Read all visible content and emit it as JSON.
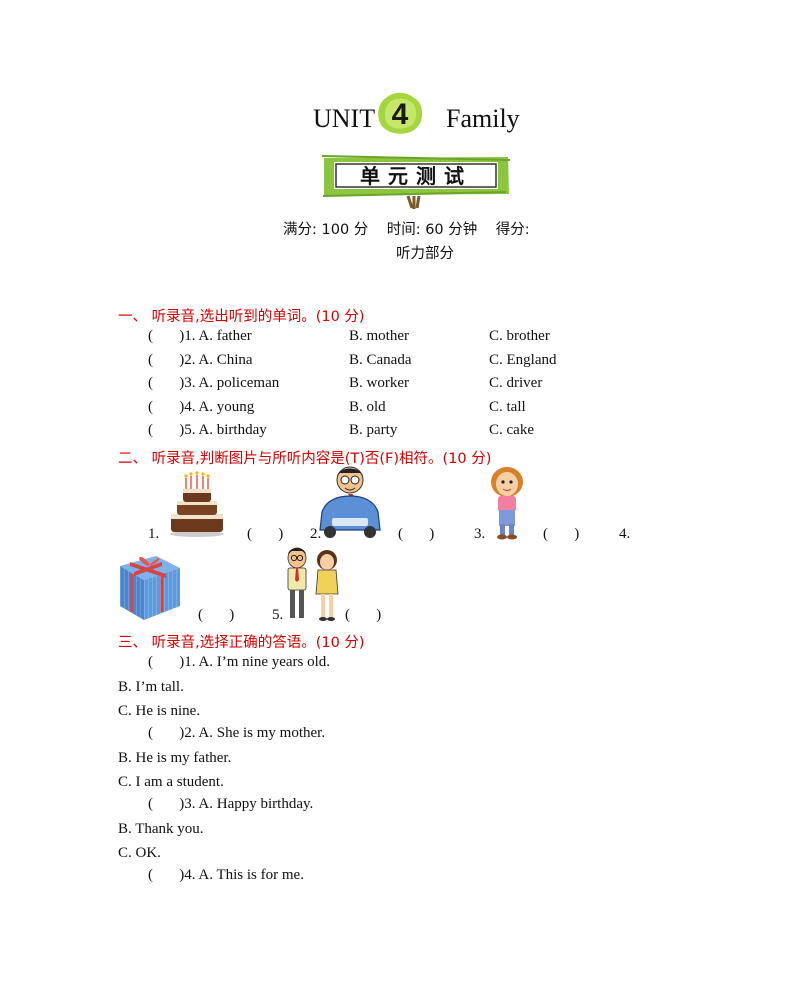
{
  "header": {
    "unit_label": "UNIT",
    "unit_number": "4",
    "unit_title": "Family",
    "banner_text": "单元测试",
    "meta_line": "满分: 100 分    时间: 60 分钟    得分:",
    "part_label": "听力部分"
  },
  "section1": {
    "heading": "一、 听录音,选出听到的单词。(10 分)",
    "items": [
      {
        "stem": "(       )1. A. father",
        "b": "B. mother",
        "c": "C. brother"
      },
      {
        "stem": "(       )2. A. China",
        "b": "B. Canada",
        "c": "C. England"
      },
      {
        "stem": "(       )3. A. policeman",
        "b": "B. worker",
        "c": "C. driver"
      },
      {
        "stem": "(       )4. A. young",
        "b": "B. old",
        "c": "C. tall"
      },
      {
        "stem": "(       )5. A. birthday",
        "b": "B. party",
        "c": "C. cake"
      }
    ]
  },
  "section2": {
    "heading": "二、 听录音,判断图片与所听内容是(T)否(F)相符。(10 分)",
    "labels": [
      "1.",
      "2.",
      "3.",
      "4.",
      "5."
    ],
    "paren": "(       )"
  },
  "section3": {
    "heading": "三、 听录音,选择正确的答语。(10 分)",
    "lines": [
      "(       )1. A. I’m nine years old.",
      "B. I’m tall.",
      "C. He is nine.",
      "(       )2. A. She is my mother.",
      "B. He is my father.",
      "C. I am a student.",
      "(       )3. A. Happy birthday.",
      "B. Thank you.",
      "C. OK.",
      "(       )4. A. This is for me."
    ]
  },
  "colors": {
    "section_heading": "#d40000",
    "badge": "#8cc63f",
    "banner": "#7cb342"
  }
}
